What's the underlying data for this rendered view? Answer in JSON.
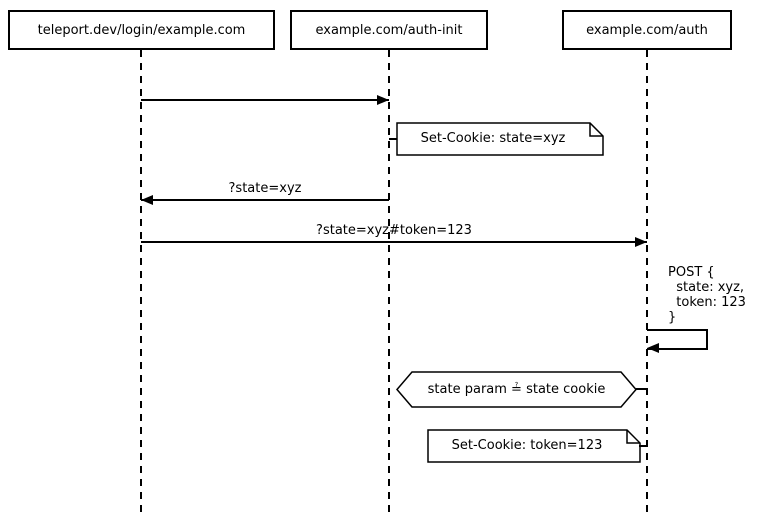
{
  "diagram": {
    "type": "sequence-diagram",
    "participants": [
      {
        "label": "teleport.dev/login/example.com"
      },
      {
        "label": "example.com/auth-init"
      },
      {
        "label": "example.com/auth"
      }
    ],
    "messages": [
      {
        "from": "teleport.dev/login/example.com",
        "to": "example.com/auth-init",
        "label": ""
      },
      {
        "from": "example.com/auth-init",
        "to": "teleport.dev/login/example.com",
        "label": "?state=xyz"
      },
      {
        "from": "teleport.dev/login/example.com",
        "to": "example.com/auth",
        "label": "?state=xyz#token=123"
      },
      {
        "from": "example.com/auth",
        "to": "example.com/auth",
        "label": "POST {\n  state: xyz,\n  token: 123\n}"
      }
    ],
    "notes": [
      {
        "text": "Set-Cookie: state=xyz",
        "attached_to": "example.com/auth-init"
      },
      {
        "text": "Set-Cookie: token=123",
        "attached_to": "example.com/auth"
      }
    ],
    "condition": {
      "text": "state param ≟ state cookie",
      "attached_to": "example.com/auth"
    },
    "colors": {
      "line": "#000000",
      "background": "#ffffff",
      "shape_fill": "#ffffff"
    }
  }
}
